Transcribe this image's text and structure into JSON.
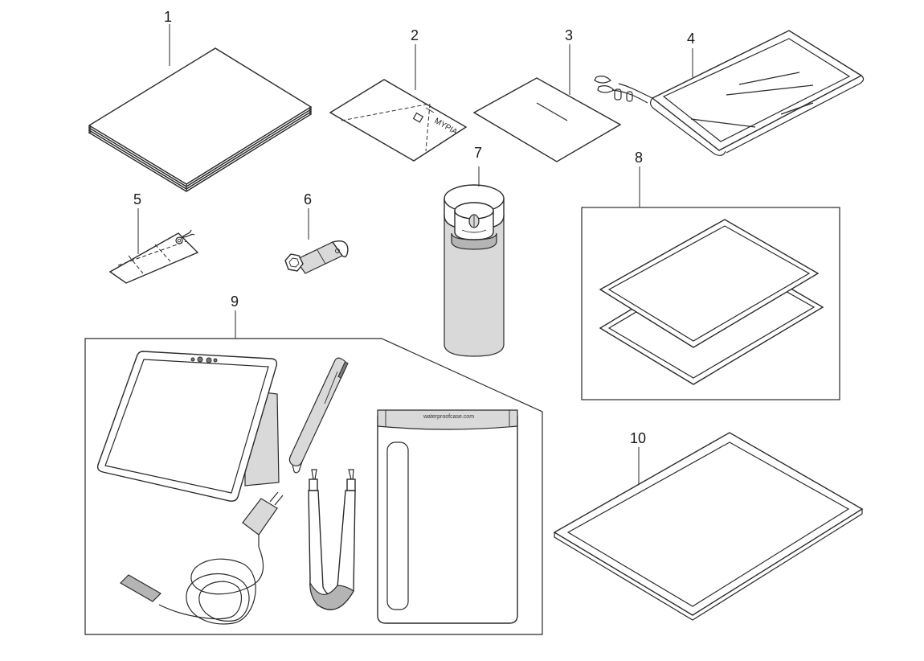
{
  "callouts": [
    "1",
    "2",
    "3",
    "4",
    "5",
    "6",
    "7",
    "8",
    "9",
    "10"
  ],
  "card_brand": "MYPIA",
  "pouch_label": "waterproofcase.com"
}
